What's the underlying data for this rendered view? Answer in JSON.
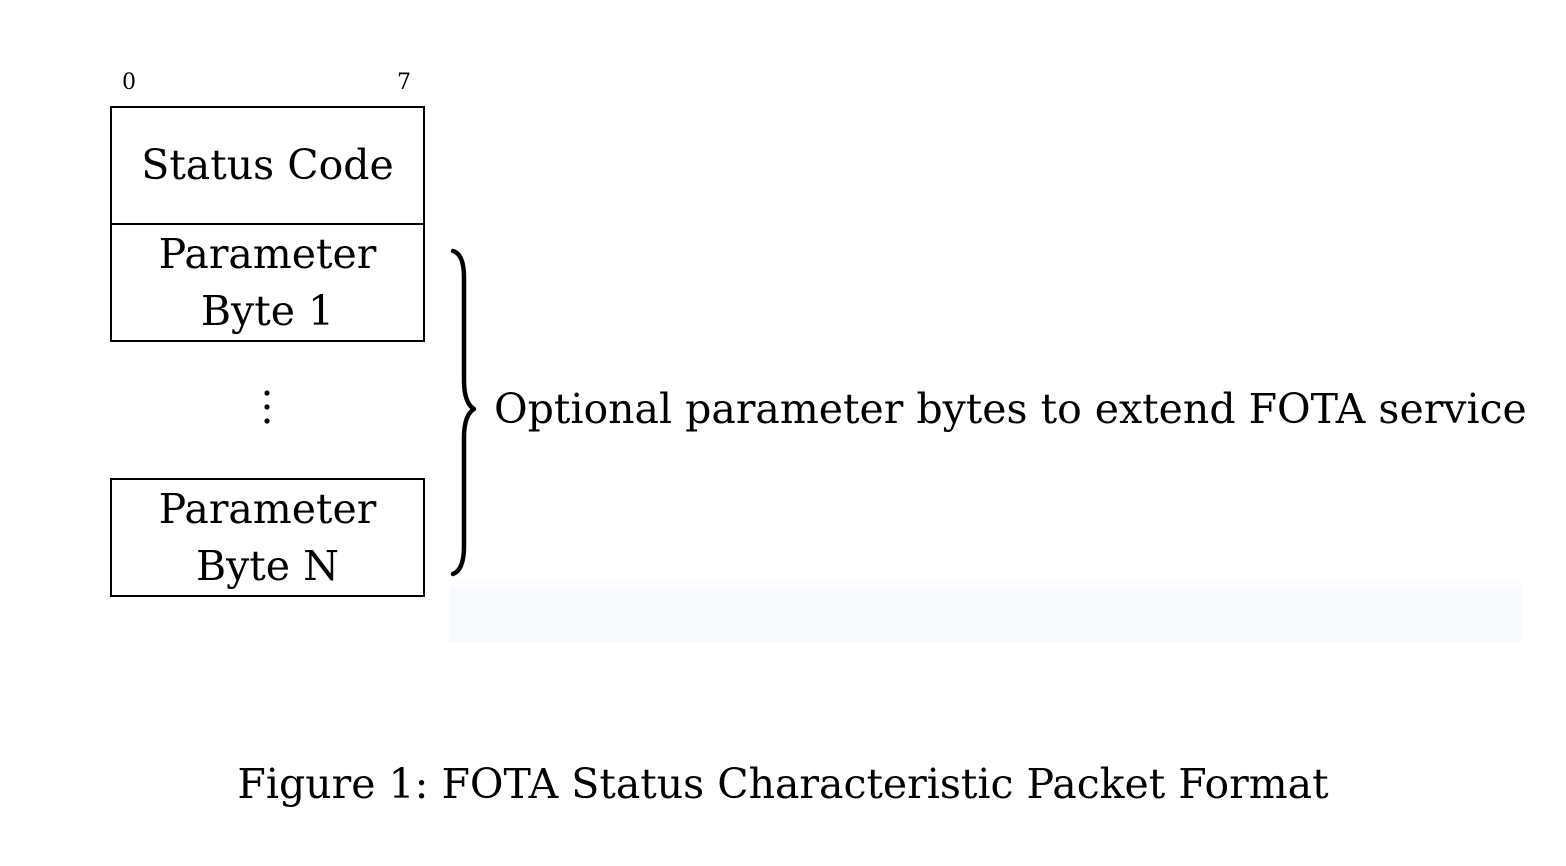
{
  "bit_labels": {
    "start": "0",
    "end": "7"
  },
  "fields": {
    "status_code": "Status Code",
    "parameter_byte_1": {
      "line1": "Parameter",
      "line2": "Byte 1"
    },
    "parameter_byte_n": {
      "line1": "Parameter",
      "line2": "Byte N"
    }
  },
  "annotation": "Optional parameter bytes to extend FOTA service",
  "caption": "Figure 1: FOTA Status Characteristic Packet Format"
}
